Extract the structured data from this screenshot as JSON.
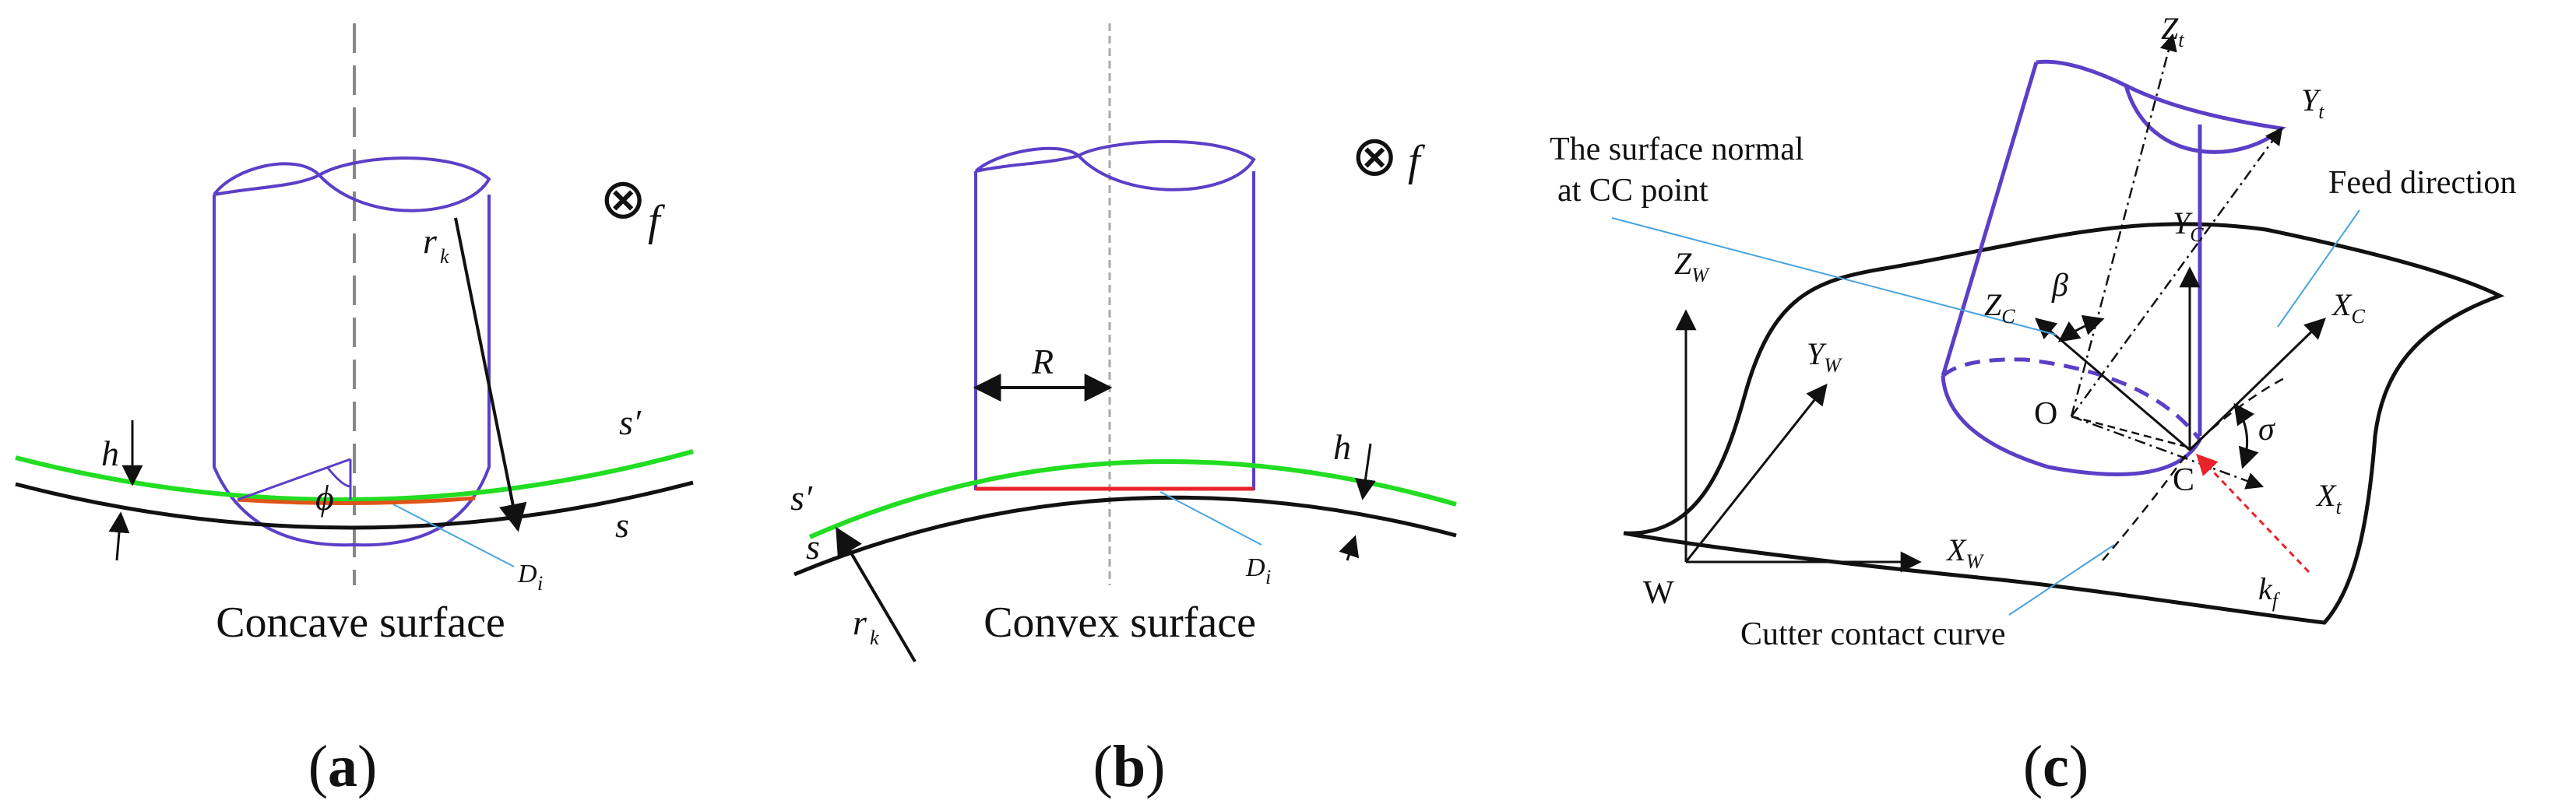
{
  "colors": {
    "tool": "#5b3fc7",
    "green": "#22dd22",
    "orange": "#e0531a",
    "red": "#e8232a",
    "blue_leader": "#4aa3df",
    "black": "#111111"
  },
  "panel_a": {
    "feed_symbol": "⊗",
    "feed_letter": "f",
    "radius_label": "r",
    "radius_sub": "k",
    "s_prime": "s′",
    "s": "s",
    "h": "h",
    "phi": "ϕ",
    "d_label": "D",
    "d_sub": "i",
    "caption": "Concave surface",
    "panel_label_pre": "(",
    "panel_label_letter": "a",
    "panel_label_post": ")"
  },
  "panel_b": {
    "feed_symbol": "⊗",
    "feed_letter": "f",
    "R": "R",
    "s_prime": "s′",
    "s": "s",
    "h": "h",
    "d_label": "D",
    "d_sub": "i",
    "radius_label": "r",
    "radius_sub": "k",
    "caption": "Convex surface",
    "panel_label_pre": "(",
    "panel_label_letter": "b",
    "panel_label_post": ")"
  },
  "panel_c": {
    "normal_label_line1": "The surface normal",
    "normal_label_line2": "at CC point",
    "feed_direction": "Feed direction",
    "cutter_contact_curve": "Cutter contact curve",
    "Zt": "Z",
    "Zt_sub": "t",
    "Yt": "Y",
    "Yt_sub": "t",
    "Xt": "X",
    "Xt_sub": "t",
    "Zw": "Z",
    "Zw_sub": "W",
    "Yw": "Y",
    "Yw_sub": "W",
    "Xw": "X",
    "Xw_sub": "W",
    "Zc": "Z",
    "Zc_sub": "C",
    "Yc": "Y",
    "Yc_sub": "C",
    "Xc": "X",
    "Xc_sub": "C",
    "beta": "β",
    "sigma": "σ",
    "O": "O",
    "C": "C",
    "W": "W",
    "kf": "k",
    "kf_sub": "f",
    "panel_label_pre": "(",
    "panel_label_letter": "c",
    "panel_label_post": ")"
  }
}
